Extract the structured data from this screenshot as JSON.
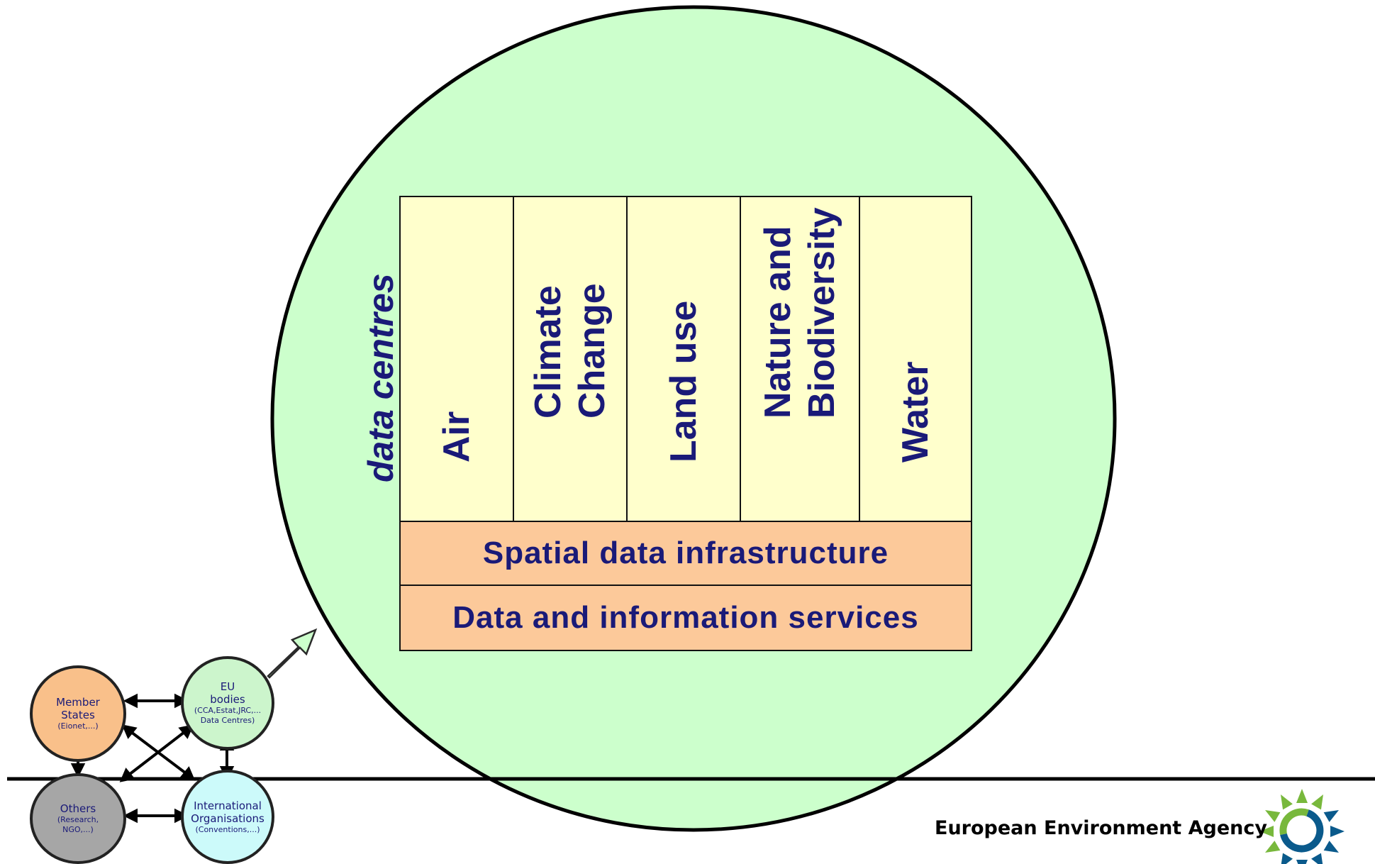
{
  "data_centres_label": "data centres",
  "columns": [
    {
      "id": "air",
      "lines": [
        "Air"
      ]
    },
    {
      "id": "climate-change",
      "lines": [
        "Climate",
        "Change"
      ]
    },
    {
      "id": "land-use",
      "lines": [
        "Land use"
      ]
    },
    {
      "id": "nature-biodiversity",
      "lines": [
        "Nature and",
        "Biodiversity"
      ]
    },
    {
      "id": "water",
      "lines": [
        "Water"
      ]
    }
  ],
  "rows": {
    "spatial": "Spatial data infrastructure",
    "services": "Data and information services"
  },
  "nodes": {
    "member_states": {
      "title": [
        "Member",
        "States"
      ],
      "sub": [
        "(Eionet,...)"
      ]
    },
    "eu_bodies": {
      "title": [
        "EU",
        "bodies"
      ],
      "sub": [
        "(CCA,Estat,JRC,...",
        "Data Centres)"
      ]
    },
    "others": {
      "title": [
        "Others"
      ],
      "sub": [
        "(Research,",
        "NGO,...)"
      ]
    },
    "international": {
      "title": [
        "International",
        "Organisations"
      ],
      "sub": [
        "(Conventions,...)"
      ]
    }
  },
  "footer": {
    "agency": "European Environment Agency"
  },
  "colors": {
    "big_circle_fill": "#ccffcc",
    "column_fill": "#ffffcc",
    "row_fill": "#fcc99a",
    "text_navy": "#1a1a78",
    "member_states": "#f9c08a",
    "eu_bodies": "#ccf5cc",
    "others": "#a6a6a6",
    "international": "#ccfafa",
    "logo_green": "#78b83c",
    "logo_blue": "#0a5a8c"
  },
  "icons": [
    "arrow-icon",
    "eea-logo-icon"
  ]
}
